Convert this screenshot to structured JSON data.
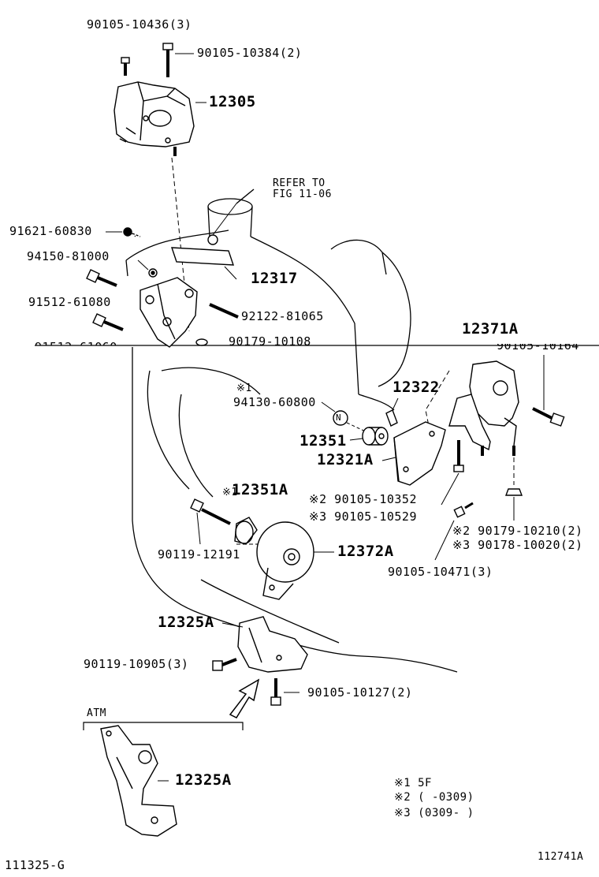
{
  "labels": {
    "p_90105_10436": "90105-10436(3)",
    "p_90105_10384": "90105-10384(2)",
    "p_12305": "12305",
    "refer_to": "REFER TO",
    "fig_11_06": "FIG 11-06",
    "p_91621_60830": "91621-60830",
    "p_94150_81000": "94150-81000",
    "p_12317": "12317",
    "p_91512_61080": "91512-61080",
    "p_92122_81065": "92122-81065",
    "p_90179_10108": "90179-10108",
    "p_91512_61060": "91512-61060",
    "p_12371A": "12371A",
    "p_90105_10164": "90105-10164",
    "mark1_a": "※1",
    "p_94130_60800": "94130-60800",
    "p_12322": "12322",
    "p_12351": "12351",
    "p_12321A": "12321A",
    "mark1_b": "※1",
    "p_12351A": "12351A",
    "p_90105_10352": "※2 90105-10352",
    "p_90105_10529": "※3 90105-10529",
    "p_90179_10210": "※2 90179-10210(2)",
    "p_90178_10020": "※3 90178-10020(2)",
    "p_90119_12191": "90119-12191",
    "p_12372A": "12372A",
    "p_90105_10471": "90105-10471(3)",
    "p_12325A_top": "12325A",
    "p_90119_10905": "90119-10905(3)",
    "p_90105_10127": "90105-10127(2)",
    "atm": "ATM",
    "p_12325A_bottom": "12325A",
    "nut_n": "N",
    "note1": "※1  5F",
    "note2": "※2 (     -0309)",
    "note3": "※3 (0309-      )",
    "fig_code_left": "111325-G",
    "fig_code_right": "112741A"
  }
}
